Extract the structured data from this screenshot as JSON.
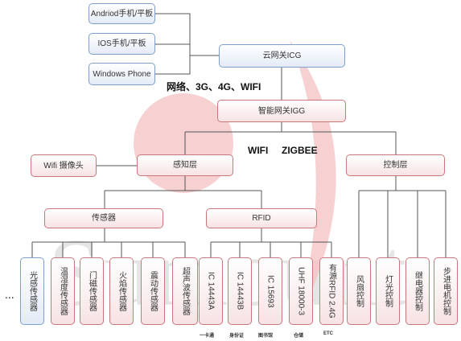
{
  "colors": {
    "accent_red": "#f2b7b9",
    "blue_border": "#7f9fcc",
    "red_border": "#c9777d",
    "line": "#555555"
  },
  "watermark": "Sumount",
  "devices": [
    "Andriod手机/平板",
    "IOS手机/平板",
    "Windows  Phone"
  ],
  "cloud_gateway": "云网关ICG",
  "network_label": "网络、3G、4G、WIFI",
  "smart_gateway": "智能网关IGG",
  "wireless_label": "WIFI     ZIGBEE",
  "camera": "Wifi 摄像头",
  "sensing_layer": "感知层",
  "control_layer": "控制层",
  "sensor": "传感器",
  "rfid": "RFID",
  "ellipsis": "...",
  "sensor_items": [
    "光感传感器",
    "温湿度传感器",
    "门磁传感器",
    "火焰传感器",
    "震动传感器",
    "超声波传感器"
  ],
  "rfid_items": [
    "IC 14443A",
    "IC 14443B",
    "IC 15693",
    "UHF 18000-3",
    "有源RFID 2.4G"
  ],
  "rfid_notes": [
    "一卡通",
    "身份证",
    "图书馆",
    "仓储",
    "ETC"
  ],
  "control_items": [
    "风扇控制",
    "灯光控制",
    "继电器控制",
    "步进电机控制"
  ]
}
